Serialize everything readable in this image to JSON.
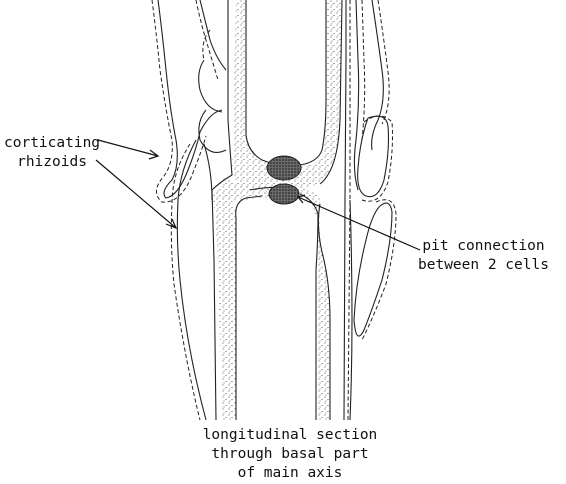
{
  "labels": {
    "rhizoids": [
      "corticating",
      "rhizoids"
    ],
    "pit_connection": [
      "pit connection",
      "between 2 cells"
    ],
    "caption": [
      "longitudinal section",
      "through basal part",
      "of main axis"
    ]
  },
  "colors": {
    "ink": "#222222",
    "stipple": "#333333",
    "pit_plug": "#4a4a4a",
    "background": "#ffffff"
  }
}
